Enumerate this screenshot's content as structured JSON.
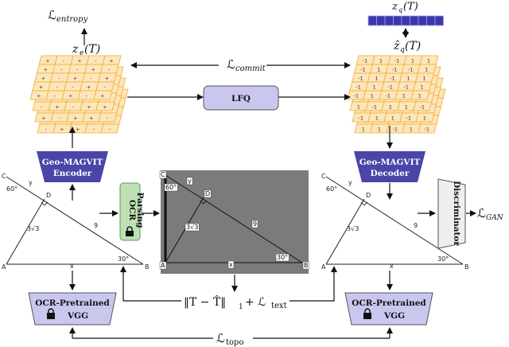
{
  "loss_entropy": "ℒentropy",
  "loss_entropy_main": "ℒ",
  "loss_entropy_sub": "entropy",
  "z_e": "z",
  "z_e_sub": "e",
  "z_e_arg": "(T)",
  "z_q_top": "z",
  "z_q_top_sub": "q",
  "z_q_top_arg": "(T)",
  "zhat_q": "ẑ",
  "zhat_q_sub": "q",
  "zhat_q_arg": "(T)",
  "loss_commit_main": "ℒ",
  "loss_commit_sub": "commit",
  "lfq_label": "LFQ",
  "encoder": {
    "line1": "Geo-MAGVIT",
    "line2": "Encoder"
  },
  "decoder": {
    "line1": "Geo-MAGVIT",
    "line2": "Decoder"
  },
  "ocr_parsing": {
    "line1": "OCR",
    "line2": "Parsing"
  },
  "discriminator": "Discriminator",
  "loss_gan_main": "ℒ",
  "loss_gan_sub": "GAN",
  "vgg_left": {
    "line1": "OCR-Pretrained",
    "line2": "VGG"
  },
  "vgg_right": {
    "line1": "OCR-Pretrained",
    "line2": "VGG"
  },
  "loss_recon": "‖T − T̂‖₁ + ℒtext",
  "loss_recon_norm": "‖T − T̂‖",
  "loss_recon_one": "1",
  "loss_recon_plus": "+ ℒ",
  "loss_recon_text": "text",
  "loss_topo_main": "ℒ",
  "loss_topo_sub": "topo",
  "grid_left_symbols": [
    "+",
    "-",
    "+",
    "-",
    "+",
    "+",
    "-",
    "-",
    "+",
    "-"
  ],
  "grid_right_symbols": [
    "-1",
    "1",
    "-1",
    "1",
    "1",
    "-1",
    "1",
    "-1",
    "-1",
    "1"
  ],
  "triangle": {
    "vertex_c": "C",
    "vertex_a": "A",
    "vertex_b": "B",
    "point_d": "D",
    "angle_c": "60°",
    "angle_b": "30°",
    "side_y": "y",
    "side_9": "9",
    "side_root": "3√3",
    "side_x": "x"
  },
  "colors": {
    "grid_fill": "#fde6b8",
    "grid_stroke": "#f2a93b",
    "encoder_fill": "#4a45a8",
    "ocr_fill": "#bfe0b5",
    "ocr_stroke": "#5a9a4e",
    "lfq_fill": "#c9c7ee",
    "vgg_fill": "#c9c7ee",
    "disc_fill": "#efefef",
    "parsed_bg": "#7b7b7b",
    "codebook": "#3c38a8"
  }
}
